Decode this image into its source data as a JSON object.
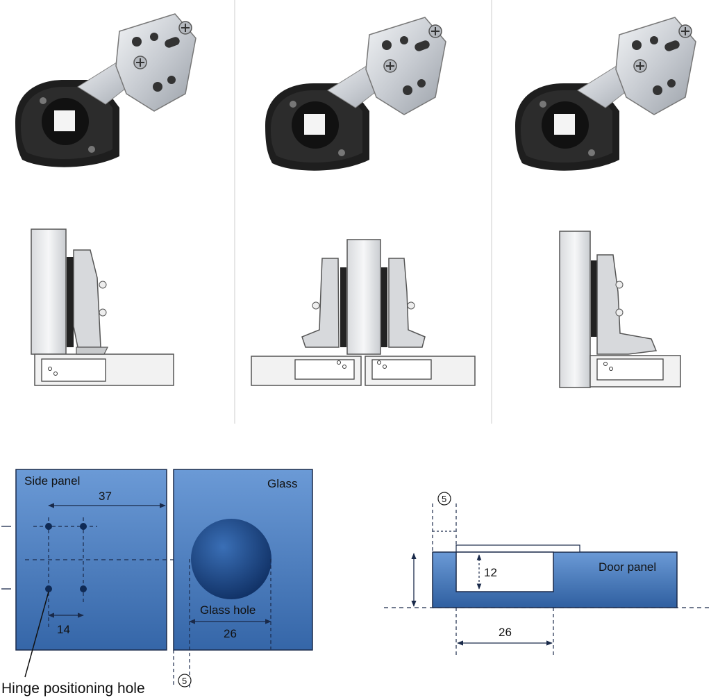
{
  "diagram": {
    "side_panel_label": "Side panel",
    "glass_label": "Glass",
    "dim_37": "37",
    "dim_14": "14",
    "glass_hole_label": "Glass hole",
    "dim_26_glass": "26",
    "hinge_positioning_label": "Hinge positioning hole",
    "dim_5_glass": "5",
    "dim_5_door": "5",
    "dim_12": "12",
    "door_panel_label": "Door panel",
    "dim_26_door": "26"
  },
  "colors": {
    "panel_top": "#5f8fcc",
    "panel_bottom": "#3a6aaa",
    "dashed_line": "#1a2a4a",
    "hinge_metal": "#cfd3d8",
    "hinge_dark": "#2a2a2a"
  }
}
